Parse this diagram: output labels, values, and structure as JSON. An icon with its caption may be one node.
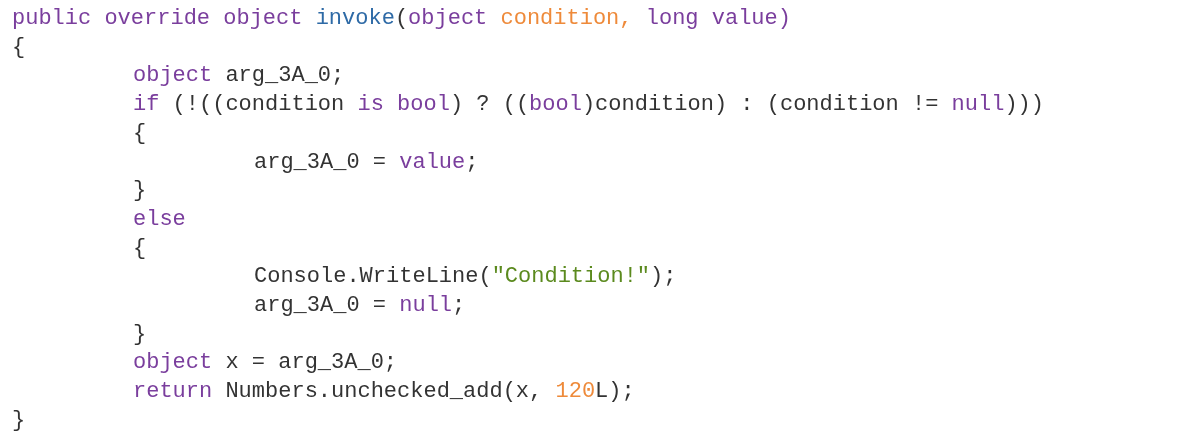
{
  "diagram": {
    "labels": [
      "public override object invoke(object condition, long value)",
      "{",
      "object arg_3A_0;",
      "if (!((condition is bool) ? ((bool)condition) : (condition != null)))",
      "{",
      "arg_3A_0 = value;",
      "}",
      "else",
      "{",
      "Console.WriteLine(\"Condition!\");",
      "arg_3A_0 = null;",
      "}",
      "object x = arg_3A_0;",
      "return Numbers.unchecked_add(x, 120L);",
      "}"
    ]
  }
}
